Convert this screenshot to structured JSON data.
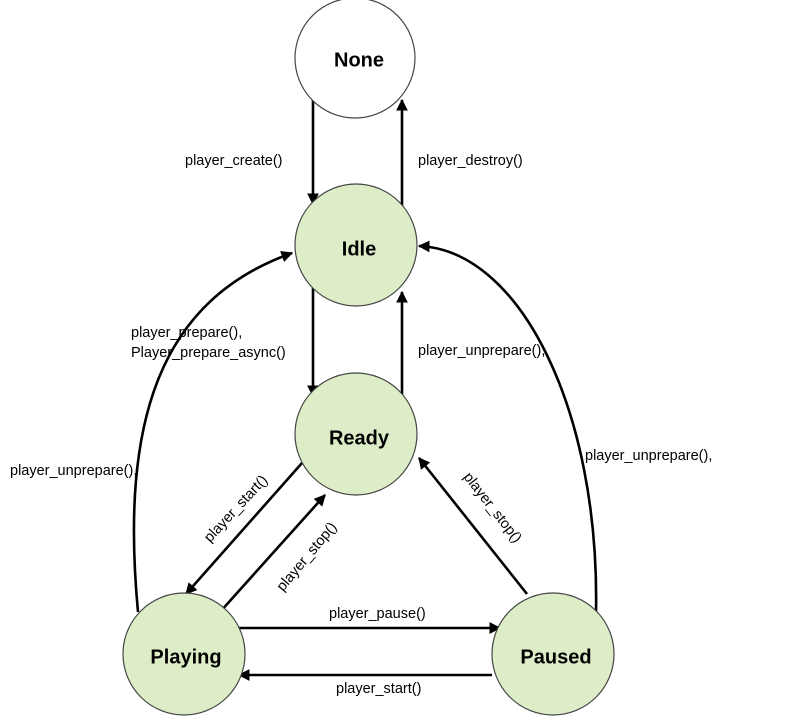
{
  "states": {
    "none": {
      "label": "None",
      "fill": "#ffffff"
    },
    "idle": {
      "label": "Idle",
      "fill": "#dcedc8"
    },
    "ready": {
      "label": "Ready",
      "fill": "#dcedc8"
    },
    "playing": {
      "label": "Playing",
      "fill": "#dcedc8"
    },
    "paused": {
      "label": "Paused",
      "fill": "#dcedc8"
    }
  },
  "transitions": {
    "none_to_idle": "player_create()",
    "idle_to_none": "player_destroy()",
    "idle_to_ready_1": "player_prepare(),",
    "idle_to_ready_2": "Player_prepare_async()",
    "ready_to_idle": "player_unprepare(),",
    "playing_to_idle": "player_unprepare(),",
    "paused_to_idle": "player_unprepare(),",
    "ready_to_playing": "player_start()",
    "playing_to_ready": "player_stop()",
    "paused_to_ready": "player_stop()",
    "playing_to_paused": "player_pause()",
    "paused_to_playing": "player_start()"
  }
}
